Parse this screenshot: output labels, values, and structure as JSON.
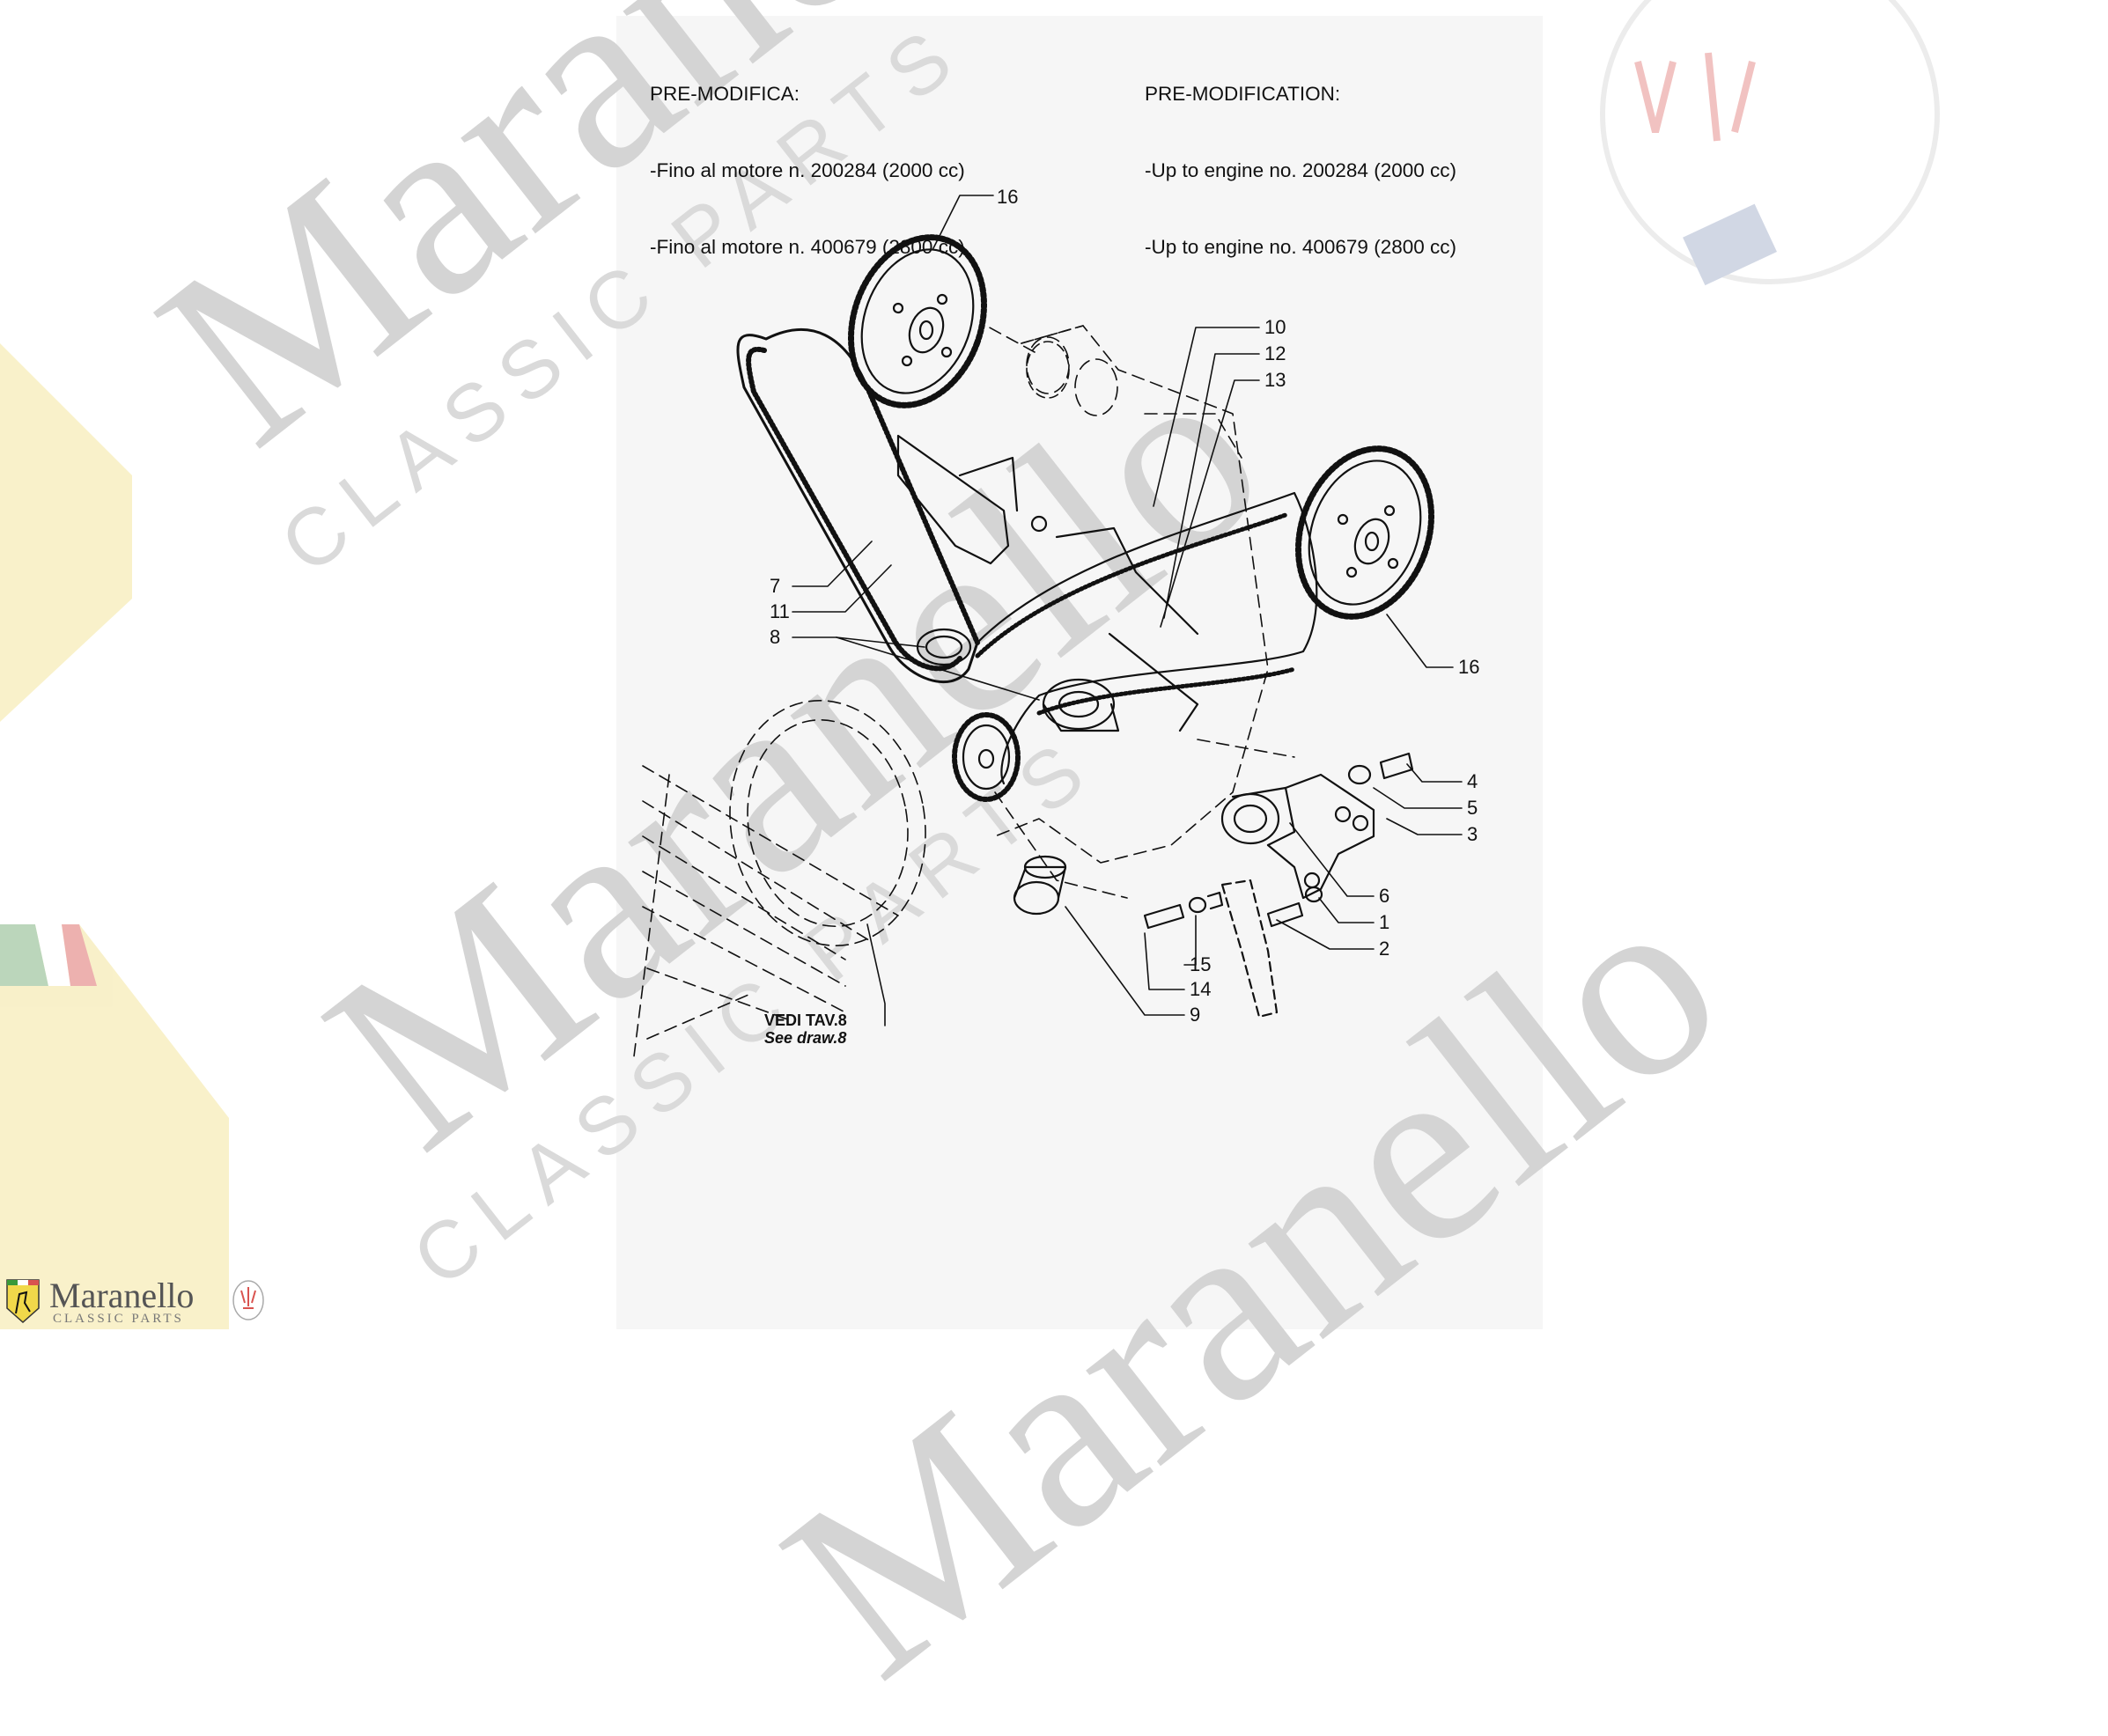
{
  "notes": {
    "italian": {
      "heading": "PRE-MODIFICA:",
      "line1": "-Fino al motore n. 200284 (2000 cc)",
      "line2": "-Fino al motore n. 400679 (2800 cc)"
    },
    "english": {
      "heading": "PRE-MODIFICATION:",
      "line1": "-Up to engine no. 200284 (2000 cc)",
      "line2": "-Up to engine no. 400679 (2800 cc)"
    }
  },
  "callouts": {
    "c1": "1",
    "c2": "2",
    "c3": "3",
    "c4": "4",
    "c5": "5",
    "c6": "6",
    "c7": "7",
    "c8": "8",
    "c9": "9",
    "c10": "10",
    "c11": "11",
    "c12": "12",
    "c13": "13",
    "c14": "14",
    "c15": "15",
    "c16_top": "16",
    "c16_right": "16"
  },
  "see_reference": {
    "italian": "VEDI TAV.8",
    "english": "See draw.8"
  },
  "watermark": {
    "brand": "Maranello",
    "subtitle": "CLASSIC PARTS"
  },
  "logo": {
    "brand": "Maranello",
    "subtitle": "CLASSIC PARTS"
  },
  "colors": {
    "ink": "#111111",
    "watermark": "#d4d4d4",
    "flag_yellow": "#f1e08a",
    "flag_green": "#6aa56a",
    "flag_red": "#d9534f"
  }
}
